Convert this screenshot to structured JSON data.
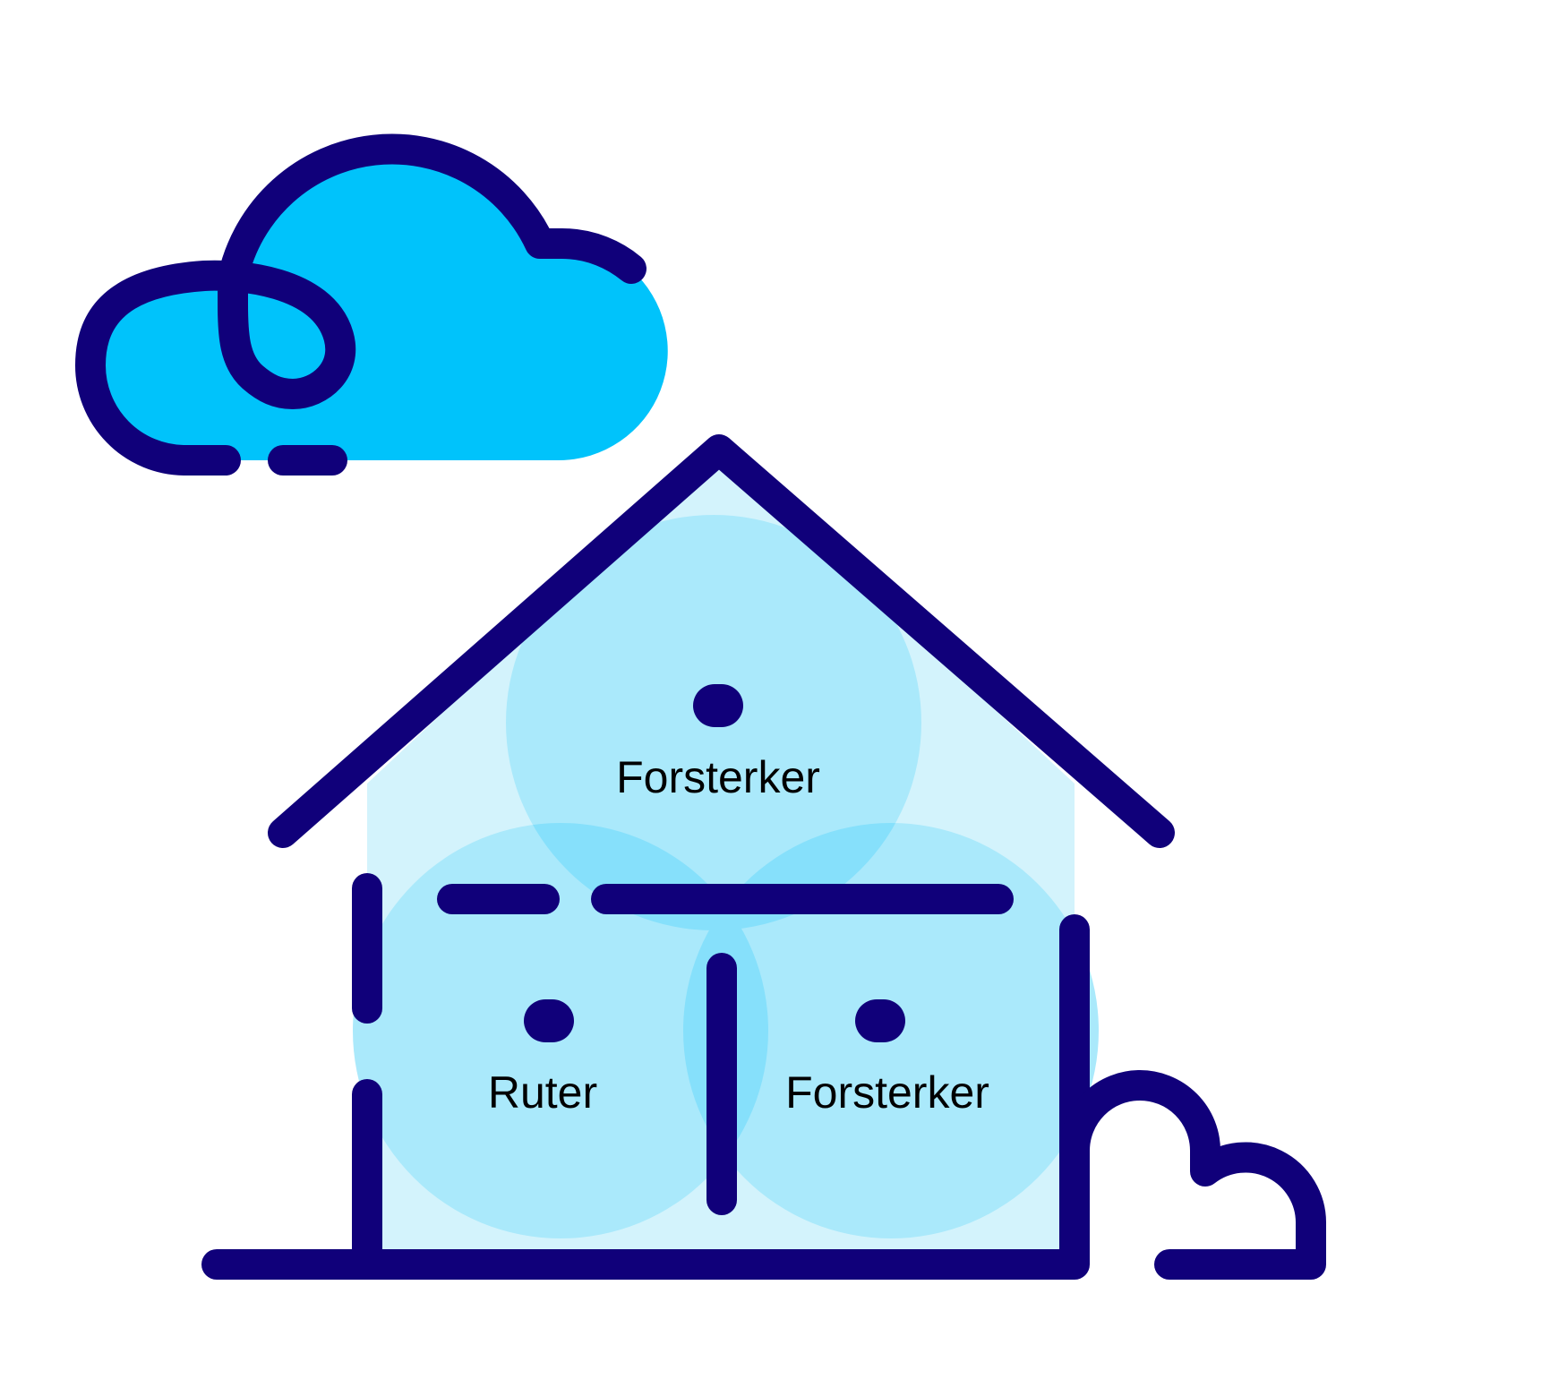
{
  "colors": {
    "outline": "#10007a",
    "cloud_fill": "#00c3fb",
    "house_fill": "#d3f3fc",
    "coverage": "#aae9fb",
    "overlap": "#86e0fb",
    "background": "#ffffff",
    "label_text": "#000000"
  },
  "devices": [
    {
      "id": "attic",
      "label": "Forsterker",
      "icon": "device-dot-icon"
    },
    {
      "id": "left",
      "label": "Ruter",
      "icon": "device-dot-icon"
    },
    {
      "id": "right",
      "label": "Forsterker",
      "icon": "device-dot-icon"
    }
  ],
  "icons": {
    "cloud": "cloud-icon",
    "bush": "bush-icon",
    "house": "house-outline-icon"
  }
}
